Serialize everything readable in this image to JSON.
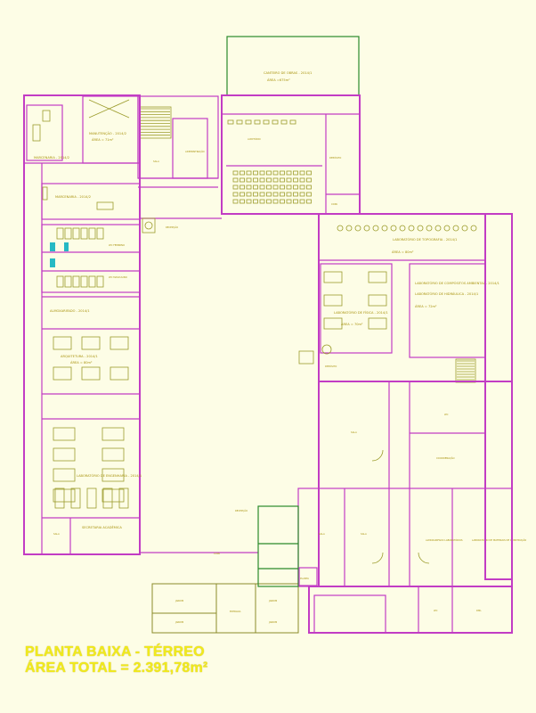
{
  "title": {
    "line1": "PLANTA BAIXA - TÉRREO",
    "line2": "ÁREA TOTAL = 2.391,78m²"
  },
  "rooms": {
    "canteiro": "CANTEIRO DE OBRAS - 2014/1",
    "canteiro_area": "ÁREA =675m²",
    "manutencao": "MANUTENÇÃO - 2014/2",
    "manutencao_area": "ÁREA = 71m²",
    "marcenaria_top": "MARCENARIA - 2014/2",
    "marcenaria": "MARCENARIA - 2014/2",
    "almoxarifado": "ALMOXARIFADO - 2014/1",
    "arquitetura": "ARQUITETURA - 2014/1",
    "arquitetura_area": "ÁREA = 80m²",
    "engenharia": "LABORATÓRIO DE ENGENHARIA - 2014/1",
    "sanitario_fem": "WC FEMININO",
    "sanitario_masc": "WC MASCULINO",
    "lab_topografia": "LABORATÓRIO DE TOPOGRAFIA - 2014/1",
    "lab_topografia_area": "ÁREA = 80m²",
    "lab_compositos": "LABORATÓRIO DE COMPÓSITOS AMBIENTAL - 2014/1",
    "lab_hidraulica": "LABORATÓRIO DE HIDRÁULICA - 2014/1",
    "lab_hidraulica_area": "ÁREA = 72m²",
    "lab_fisica": "LABORATÓRIO DE FÍSICA - 2014/1",
    "lab_fisica_area": "ÁREA = 70m²",
    "lab_materiais": "LABORATÓRIO DE MATERIAIS DE CONSTRUÇÃO",
    "deposito": "DEPÓSITO",
    "secretaria": "SECRETARIA ACADÊMICA",
    "almox_labs": "ALMOXARIFADO LABORATÓRIOS",
    "recepcao": "RECEPÇÃO",
    "copa": "COPA",
    "coord": "COORDENAÇÃO",
    "sala": "SALA",
    "wc": "WC",
    "jardim": "JARDIM",
    "entrada": "ENTRADA",
    "planta": "PLANTA",
    "auditorio": "AUDITÓRIO",
    "adm": "ADMINISTRAÇÃO",
    "dml": "DML"
  }
}
